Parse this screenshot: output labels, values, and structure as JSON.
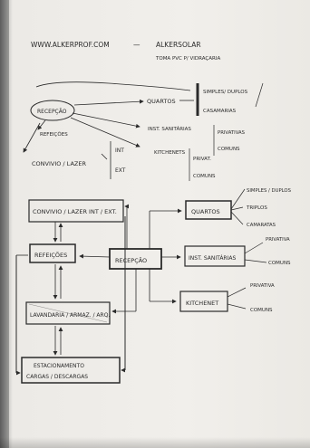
{
  "header": {
    "url": "WWW.ALKERPROF.COM",
    "dash": "—",
    "brand": "ALKERSOLAR",
    "subtitle": "TOMA PVC P/ VIDRAÇARIA"
  },
  "top_section": {
    "recepcao": "RECEPÇÃO",
    "quartos": "QUARTOS",
    "quartos_options": [
      "SIMPLES/ DUPLOS",
      "CASAMARIAS"
    ],
    "inst_sanitarias": "INST. SANITÁRIAS",
    "inst_options": [
      "PRIVATIVAS",
      "COMUNS"
    ],
    "kitchenets": "KITCHENETS",
    "kitchen_options": [
      "PRIVAT.",
      "COMUNS"
    ],
    "refeicoes": "REFEIÇÕES",
    "convivio": "CONVIVIO / LAZER",
    "int_ext": [
      "INT",
      "EXT"
    ]
  },
  "bottom_section": {
    "convivio_box": "CONVIVIO / LAZER INT / EXT.",
    "refeicoes_box": "REFEIÇÕES",
    "recepcao_box": "RECEPÇÃO",
    "lavandaria_box": "LAVANDARIA / ARMAZ. / ARQ.",
    "estacionamento_box": [
      "ESTACIONAMENTO",
      "CARGAS / DESCARGAS"
    ],
    "quartos_box": "QUARTOS",
    "quartos_options": [
      "SIMPLES / DUPLOS",
      "TRIPLOS",
      "CAMARATAS"
    ],
    "inst_box": "INST. SANITÁRIAS",
    "inst_options": [
      "PRIVATIVA",
      "COMUNS"
    ],
    "kitchenet_box": "KITCHENET",
    "kitchenet_options": [
      "PRIVATIVA",
      "COMUNS"
    ]
  }
}
